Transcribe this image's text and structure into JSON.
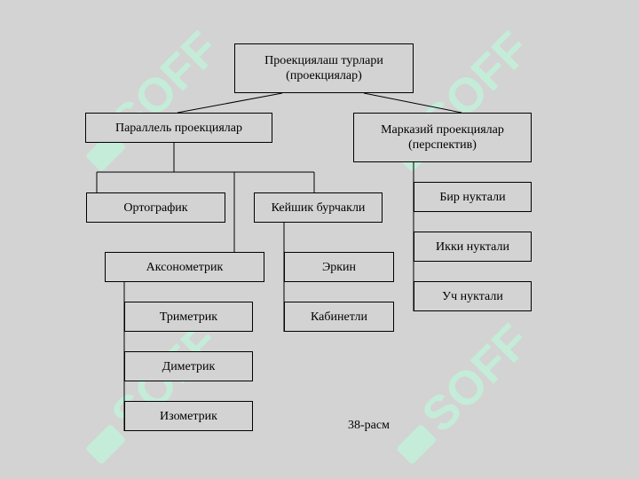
{
  "diagram": {
    "root": "Проекциялаш турлари\n(проекциялар)",
    "parallel": "Параллель проекциялар",
    "central": "Марказий проекциялар\n(перспектив)",
    "orthographic": "Ортографик",
    "oblique": "Кейшик бурчакли",
    "axonometric": "Аксонометрик",
    "trimetric": "Триметрик",
    "dimetric": "Диметрик",
    "isometric": "Изометрик",
    "erkin": "Эркин",
    "cabinet": "Кабинетли",
    "one_point": "Бир нуктали",
    "two_point": "Икки нуктали",
    "three_point": "Уч нуктали"
  },
  "caption": "38-расм",
  "watermark": {
    "text": "SOFF",
    "color": "#c4ecd8"
  }
}
